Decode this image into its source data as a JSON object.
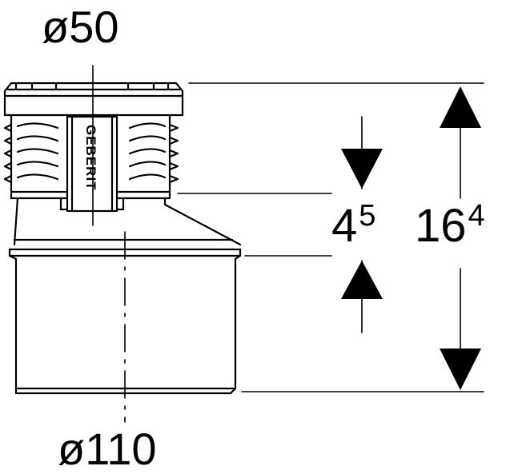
{
  "labels": {
    "top_diameter": "ø50",
    "bottom_diameter": "ø110",
    "middle_dimension": {
      "main": "4",
      "sup": "5"
    },
    "total_height": {
      "main": "16",
      "sup": "4"
    }
  },
  "logo": {
    "text": "GEBERIT"
  },
  "colors": {
    "stroke": "#000000",
    "background": "#ffffff"
  }
}
